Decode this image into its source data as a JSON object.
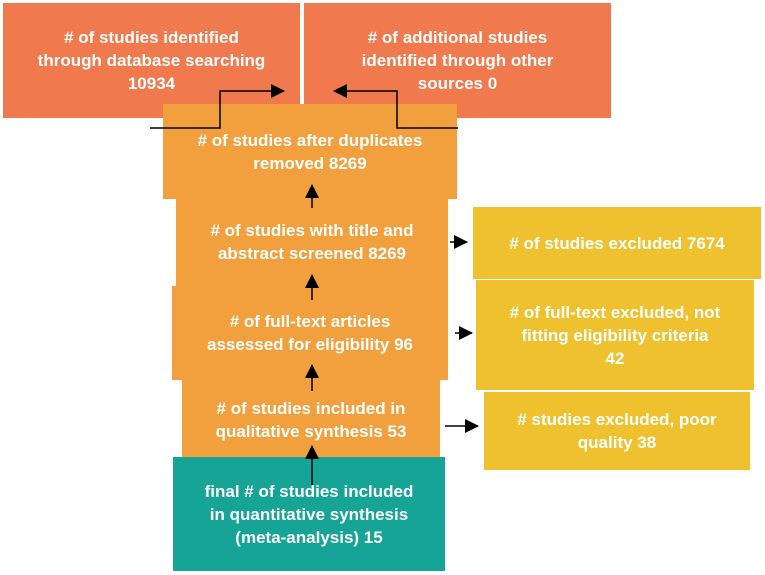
{
  "colors": {
    "red": "#f07a4e",
    "orange": "#f2a03d",
    "yellow": "#efc12f",
    "teal": "#16a497",
    "arrow": "#000000"
  },
  "boxes": {
    "identified_db": "# of studies identified\nthrough database searching\n10934",
    "identified_other": "# of additional studies\nidentified through other\nsources 0",
    "after_duplicates": "# of studies after duplicates\nremoved 8269",
    "screened": "# of studies with title and\nabstract screened 8269",
    "excluded_screen": "# of studies excluded 7674",
    "fulltext_assessed": "# of full-text articles\nassessed for eligibility 96",
    "fulltext_excluded": "# of full-text excluded, not\nfitting eligibility criteria\n42",
    "qualitative": "# of studies included in\nqualitative synthesis 53",
    "excluded_quality": "# studies excluded, poor\nquality 38",
    "quantitative": "final # of studies included\nin quantitative synthesis\n(meta-analysis) 15"
  }
}
